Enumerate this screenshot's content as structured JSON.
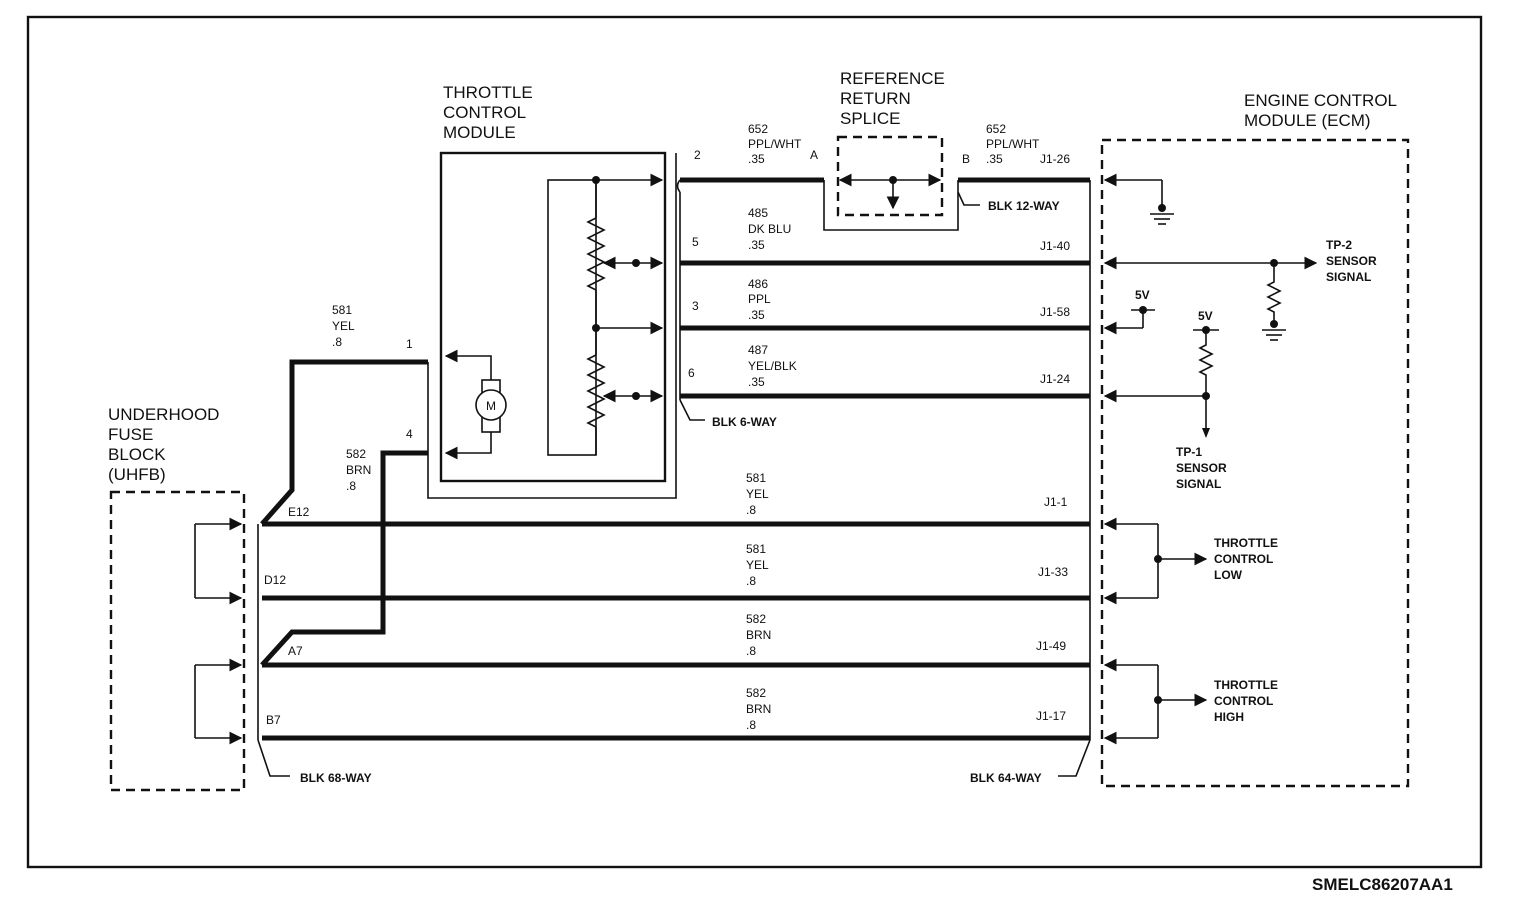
{
  "modules": {
    "throttle_control_module": [
      "THROTTLE",
      "CONTROL",
      "MODULE"
    ],
    "reference_return_splice": [
      "REFERENCE",
      "RETURN",
      "SPLICE"
    ],
    "ecm": [
      "ENGINE CONTROL",
      "MODULE (ECM)"
    ],
    "uhfb": [
      "UNDERHOOD",
      "FUSE",
      "BLOCK",
      "(UHFB)"
    ]
  },
  "motor_symbol": "M",
  "wires": [
    {
      "circuit": "652",
      "color": "PPL/WHT",
      "gauge": ".35",
      "tcm_pin": "2",
      "splice_pin": "A"
    },
    {
      "circuit": "652",
      "color": "PPL/WHT",
      "gauge": ".35",
      "splice_pin": "B",
      "ecm_pin": "J1-26"
    },
    {
      "circuit": "485",
      "color": "DK BLU",
      "gauge": ".35",
      "tcm_pin": "5",
      "ecm_pin": "J1-40"
    },
    {
      "circuit": "486",
      "color": "PPL",
      "gauge": ".35",
      "tcm_pin": "3",
      "ecm_pin": "J1-58"
    },
    {
      "circuit": "487",
      "color": "YEL/BLK",
      "gauge": ".35",
      "tcm_pin": "6",
      "ecm_pin": "J1-24"
    },
    {
      "circuit": "581",
      "color": "YEL",
      "gauge": ".8",
      "tcm_pin": "1"
    },
    {
      "circuit": "582",
      "color": "BRN",
      "gauge": ".8",
      "tcm_pin": "4"
    },
    {
      "circuit": "581",
      "color": "YEL",
      "gauge": ".8",
      "fuse_pin": "E12",
      "ecm_pin": "J1-1"
    },
    {
      "circuit": "581",
      "color": "YEL",
      "gauge": ".8",
      "fuse_pin": "D12",
      "ecm_pin": "J1-33"
    },
    {
      "circuit": "582",
      "color": "BRN",
      "gauge": ".8",
      "fuse_pin": "A7",
      "ecm_pin": "J1-49"
    },
    {
      "circuit": "582",
      "color": "BRN",
      "gauge": ".8",
      "fuse_pin": "B7",
      "ecm_pin": "J1-17"
    }
  ],
  "connectors": {
    "splice": "BLK 12-WAY",
    "tcm": "BLK 6-WAY",
    "fuse": "BLK 68-WAY",
    "ecm": "BLK 64-WAY"
  },
  "signals": {
    "tp2": [
      "TP-2",
      "SENSOR",
      "SIGNAL"
    ],
    "tp1": [
      "TP-1",
      "SENSOR",
      "SIGNAL"
    ],
    "throttle_low": [
      "THROTTLE",
      "CONTROL",
      "LOW"
    ],
    "throttle_high": [
      "THROTTLE",
      "CONTROL",
      "HIGH"
    ],
    "vref_a": "5V",
    "vref_b": "5V"
  },
  "diagram_id": "SMELC86207AA1"
}
